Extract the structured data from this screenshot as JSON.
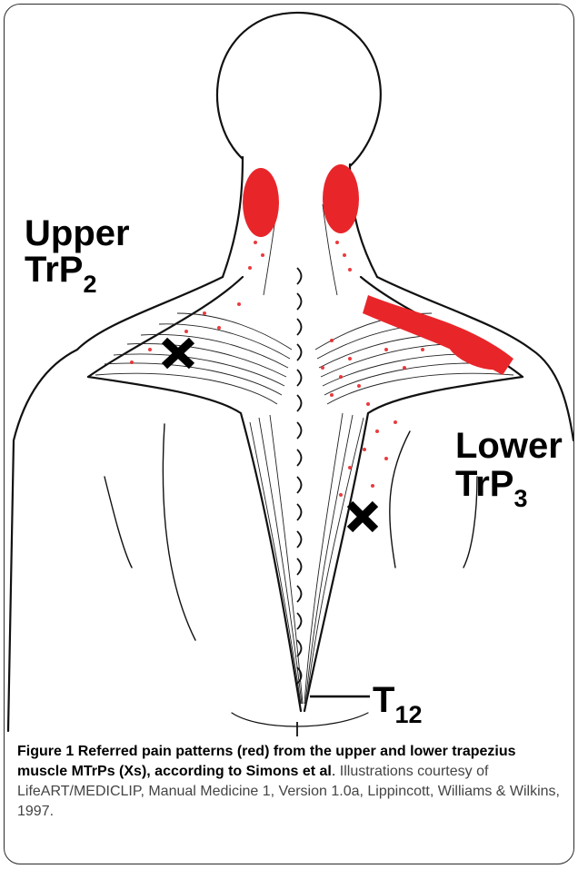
{
  "figure": {
    "labels": {
      "upper_line1": "Upper",
      "upper_line2_main": "TrP",
      "upper_line2_sub": "2",
      "lower_line1": "Lower",
      "lower_line2_main": "TrP",
      "lower_line2_sub": "3",
      "t12_main": "T",
      "t12_sub": "12"
    },
    "colors": {
      "pain_red": "#e8262a",
      "line": "#111111"
    }
  },
  "caption": {
    "figure_number": "Figure 1",
    "title": "Referred pain patterns (red) from the upper and lower trapezius muscle MTrPs (Xs), according to Simons et al",
    "credit": "Illustrations courtesy of LifeART/MEDICLIP, Manual Medicine 1, Version 1.0a, Lippincott, Williams & Wilkins, 1997."
  }
}
